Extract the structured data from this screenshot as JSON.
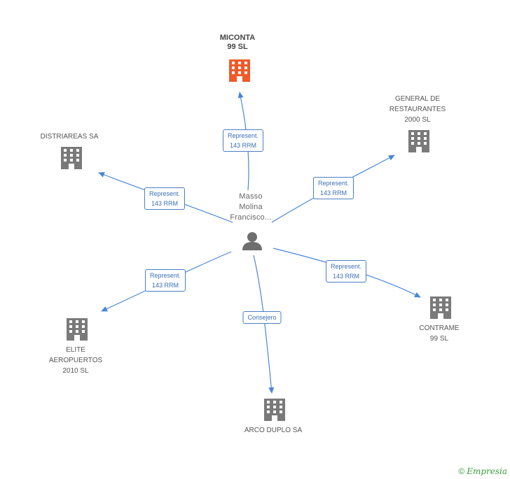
{
  "colors": {
    "edge": "#4a86d8",
    "building": "#7a7a7a",
    "focus_building": "#f05a28",
    "person": "#6e6e6e"
  },
  "person": {
    "label": "Masso\nMolina\nFrancisco..."
  },
  "companies": [
    {
      "id": "miconta",
      "label": "MICONTA\n99 SL",
      "focus": true
    },
    {
      "id": "general",
      "label": "GENERAL DE\nRESTAURANTES\n2000 SL",
      "focus": false
    },
    {
      "id": "distriareas",
      "label": "DISTRIAREAS SA",
      "focus": false
    },
    {
      "id": "contrame",
      "label": "CONTRAME\n99 SL",
      "focus": false
    },
    {
      "id": "elite",
      "label": "ELITE\nAEROPUERTOS\n2010 SL",
      "focus": false
    },
    {
      "id": "arco",
      "label": "ARCO DUPLO SA",
      "focus": false
    }
  ],
  "edges": [
    {
      "to": "miconta",
      "label": "Represent.\n143 RRM"
    },
    {
      "to": "general",
      "label": "Represent.\n143 RRM"
    },
    {
      "to": "distriareas",
      "label": "Represent.\n143 RRM"
    },
    {
      "to": "contrame",
      "label": "Represent.\n143 RRM"
    },
    {
      "to": "elite",
      "label": "Represent.\n143 RRM"
    },
    {
      "to": "arco",
      "label": "Consejero"
    }
  ],
  "footer": {
    "copyright": "©",
    "brand": "Empresia"
  }
}
